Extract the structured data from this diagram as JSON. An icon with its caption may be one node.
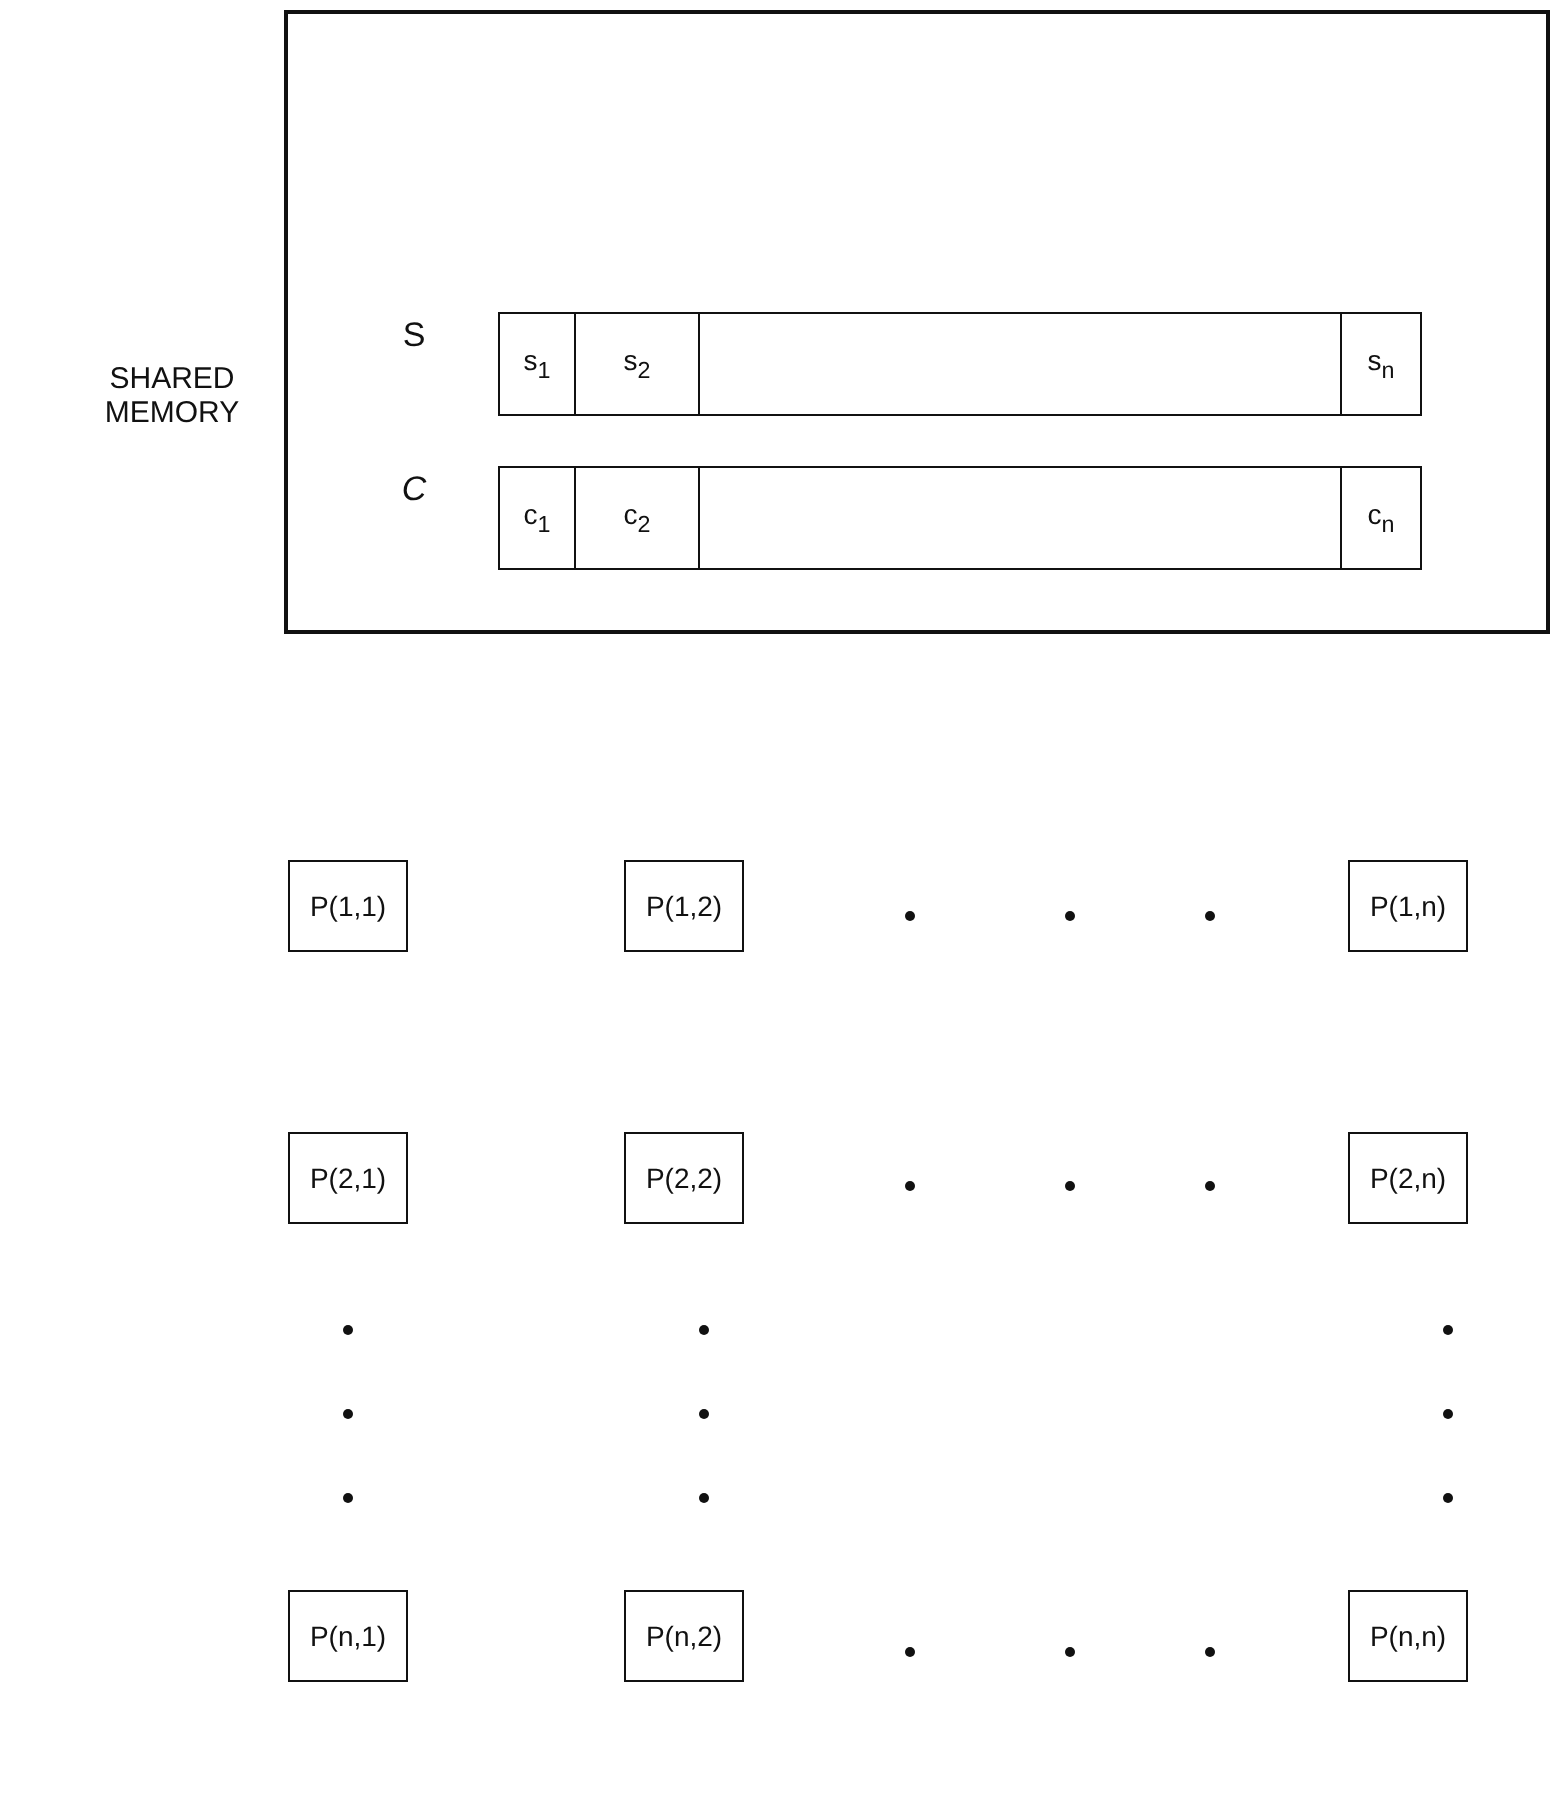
{
  "diagram": {
    "nodes": [
      {
        "text": [
          "SHARED MEMORY"
        ]
      },
      {
        "text": [
          "S"
        ],
        "in": 0
      },
      {
        "text": [
          "s$_{1}$"
        ],
        "in": 1
      },
      {
        "text": [
          "s$_{2}$"
        ],
        "in": 1
      },
      {
        "text": [],
        "shape": "box",
        "in": 1
      },
      {
        "text": [
          "s$_{n}$"
        ],
        "in": 1
      },
      {
        "text": [
          "*C*"
        ],
        "in": 0
      },
      {
        "text": [
          "c$_{1}$"
        ],
        "in": 6
      },
      {
        "text": [
          "c$_{2}$"
        ],
        "in": 6
      },
      {
        "text": [],
        "shape": "box",
        "in": 6
      },
      {
        "text": [
          "c$_{n}$"
        ],
        "in": 6
      },
      {
        "text": [
          "P(1,1)"
        ]
      },
      {
        "text": [
          "P(1,2)"
        ]
      },
      {
        "text": [
          "P(1,n)"
        ]
      },
      {
        "text": [
          "P(2,1)"
        ]
      },
      {
        "text": [
          "P(2,2)"
        ]
      },
      {
        "text": [
          "P(2,n)"
        ]
      },
      {
        "text": [
          "P(n,1)"
        ]
      },
      {
        "text": [
          "P(n,2)"
        ]
      },
      {
        "text": [
          "P(n,n)"
        ]
      }
    ],
    "edges": []
  }
}
